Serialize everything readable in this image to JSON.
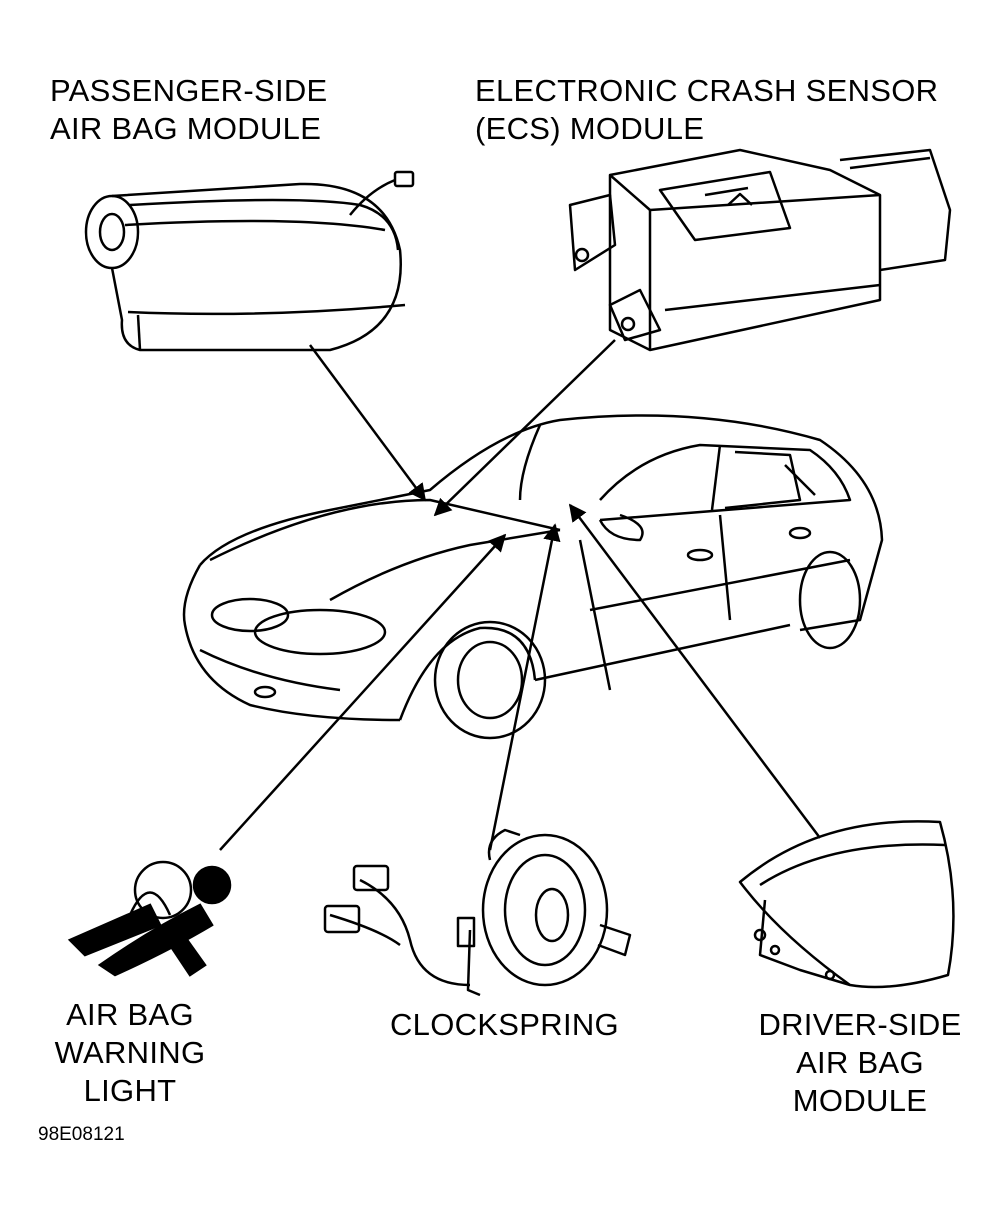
{
  "labels": {
    "passenger_airbag": "PASSENGER-SIDE\nAIR BAG MODULE",
    "ecs_module": "ELECTRONIC CRASH SENSOR\n(ECS) MODULE",
    "warning_light": "AIR BAG\nWARNING\nLIGHT",
    "clockspring": "CLOCKSPRING",
    "driver_airbag": "DRIVER-SIDE\nAIR BAG\nMODULE"
  },
  "figure_code": "98E08121",
  "colors": {
    "line": "#000000",
    "background": "#ffffff"
  }
}
